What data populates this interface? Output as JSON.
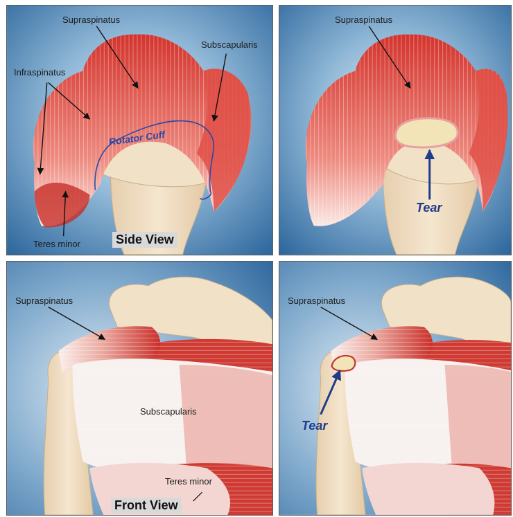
{
  "panels": {
    "side_intact": {
      "supraspinatus": "Supraspinatus",
      "subscapularis": "Subscapularis",
      "infraspinatus": "Infraspinatus",
      "rotator_cuff": "Rotator Cuff",
      "teres_minor": "Teres minor",
      "view": "Side View"
    },
    "side_tear": {
      "supraspinatus": "Supraspinatus",
      "tear": "Tear"
    },
    "front_intact": {
      "supraspinatus": "Supraspinatus",
      "subscapularis": "Subscapularis",
      "teres_minor": "Teres minor",
      "view": "Front View"
    },
    "front_tear": {
      "supraspinatus": "Supraspinatus",
      "tear": "Tear"
    }
  },
  "colors": {
    "background_blue": "#2f6fa6",
    "background_highlight": "#d7e7f2",
    "muscle_red": "#d63a32",
    "muscle_light": "#f4d3cf",
    "bone": "#efdcc0",
    "tear_arrow": "#1f3c88",
    "cuff_outline": "#2a48a8"
  }
}
